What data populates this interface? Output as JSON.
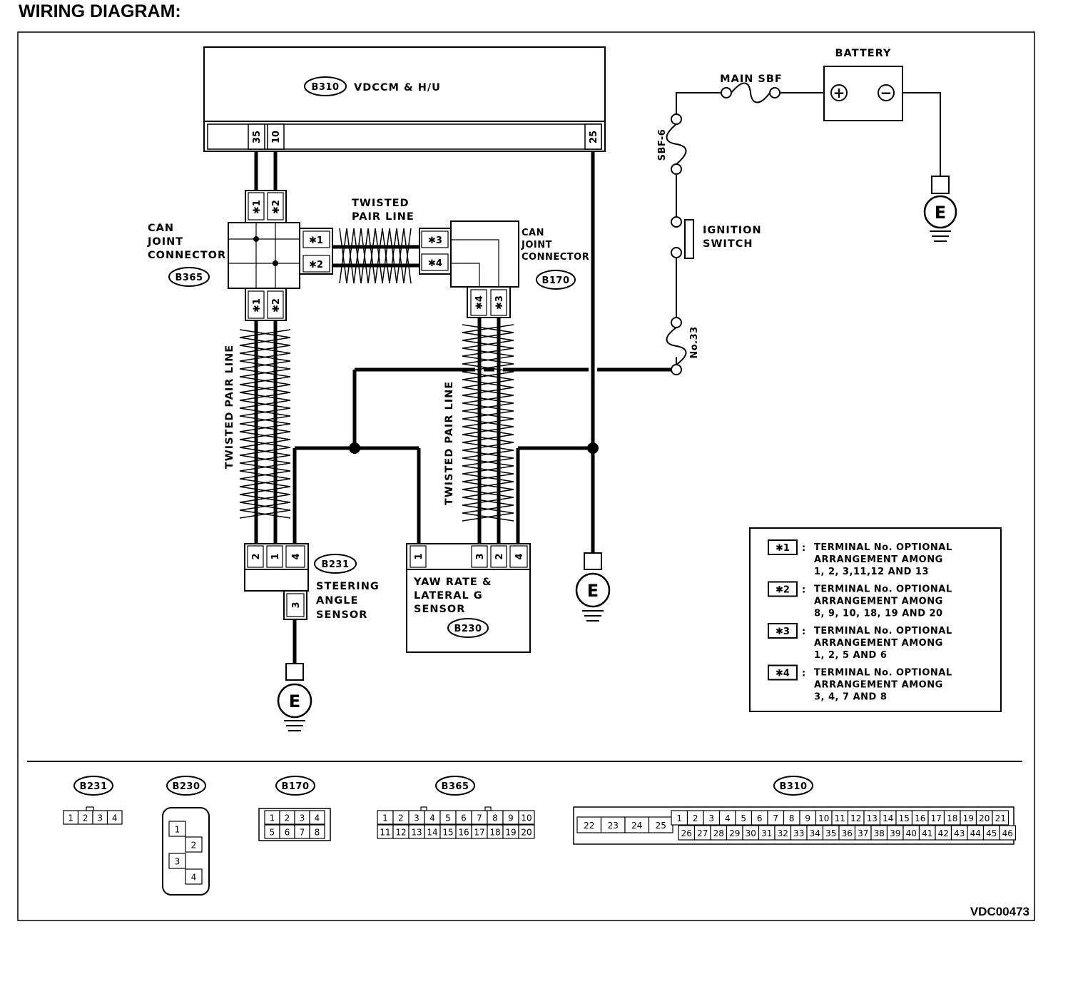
{
  "title": "WIRING DIAGRAM:",
  "figure_id": "VDC00473",
  "ground_symbol": "E",
  "components": {
    "vdccm": {
      "tag": "B310",
      "name": "VDCCM & H/U",
      "pins": [
        "35",
        "10",
        "25"
      ]
    },
    "can_b365": {
      "tag": "B365",
      "name": [
        "CAN",
        "JOINT",
        "CONNECTOR"
      ],
      "pins_top": [
        "✱1",
        "✱2"
      ],
      "pins_right": [
        "✱1",
        "✱2"
      ],
      "pins_bottom": [
        "✱1",
        "✱2"
      ]
    },
    "can_b170": {
      "tag": "B170",
      "name": [
        "CAN",
        "JOINT",
        "CONNECTOR"
      ],
      "pins_left": [
        "✱3",
        "✱4"
      ],
      "pins_bottom": [
        "✱4",
        "✱3"
      ]
    },
    "steering": {
      "tag": "B231",
      "name": [
        "STEERING",
        "ANGLE",
        "SENSOR"
      ],
      "pins": [
        "2",
        "1",
        "4",
        "3"
      ]
    },
    "yaw": {
      "tag": "B230",
      "name": [
        "YAW RATE &",
        "LATERAL G",
        "SENSOR"
      ],
      "pins": [
        "1",
        "3",
        "2",
        "4"
      ]
    },
    "battery": {
      "name": "BATTERY",
      "plus": "+",
      "minus": "−"
    },
    "main_sbf": "MAIN SBF",
    "sbf6": "SBF-6",
    "ignition": [
      "IGNITION",
      "SWITCH"
    ],
    "fuse33": "No.33"
  },
  "twisted_labels": {
    "top": [
      "TWISTED",
      "PAIR LINE"
    ],
    "left": "TWISTED PAIR LINE",
    "mid": "TWISTED PAIR LINE"
  },
  "legend": [
    {
      "key": "✱1",
      "lines": [
        "TERMINAL No. OPTIONAL",
        "ARRANGEMENT AMONG",
        "1, 2, 3,11,12 AND 13"
      ]
    },
    {
      "key": "✱2",
      "lines": [
        "TERMINAL No. OPTIONAL",
        "ARRANGEMENT AMONG",
        "8, 9, 10, 18, 19 AND 20"
      ]
    },
    {
      "key": "✱3",
      "lines": [
        "TERMINAL No. OPTIONAL",
        "ARRANGEMENT AMONG",
        "1, 2, 5  AND 6"
      ]
    },
    {
      "key": "✱4",
      "lines": [
        "TERMINAL No. OPTIONAL",
        "ARRANGEMENT AMONG",
        "3, 4, 7 AND 8"
      ]
    }
  ],
  "connector_views": {
    "b231": {
      "tag": "B231",
      "pins": [
        "1",
        "2",
        "3",
        "4"
      ]
    },
    "b230": {
      "tag": "B230",
      "pins": [
        "1",
        "2",
        "3",
        "4"
      ]
    },
    "b170": {
      "tag": "B170",
      "row1": [
        "1",
        "2",
        "3",
        "4"
      ],
      "row2": [
        "5",
        "6",
        "7",
        "8"
      ]
    },
    "b365": {
      "tag": "B365",
      "row1": [
        "1",
        "2",
        "3",
        "4",
        "5",
        "6",
        "7",
        "8",
        "9",
        "10"
      ],
      "row2": [
        "11",
        "12",
        "13",
        "14",
        "15",
        "16",
        "17",
        "18",
        "19",
        "20"
      ]
    },
    "b310": {
      "tag": "B310",
      "left": [
        "22",
        "23",
        "24",
        "25"
      ],
      "row1": [
        "1",
        "2",
        "3",
        "4",
        "5",
        "6",
        "7",
        "8",
        "9",
        "10",
        "11",
        "12",
        "13",
        "14",
        "15",
        "16",
        "17",
        "18",
        "19",
        "20",
        "21"
      ],
      "row2": [
        "26",
        "27",
        "28",
        "29",
        "30",
        "31",
        "32",
        "33",
        "34",
        "35",
        "36",
        "37",
        "38",
        "39",
        "40",
        "41",
        "42",
        "43",
        "44",
        "45",
        "46"
      ]
    }
  }
}
